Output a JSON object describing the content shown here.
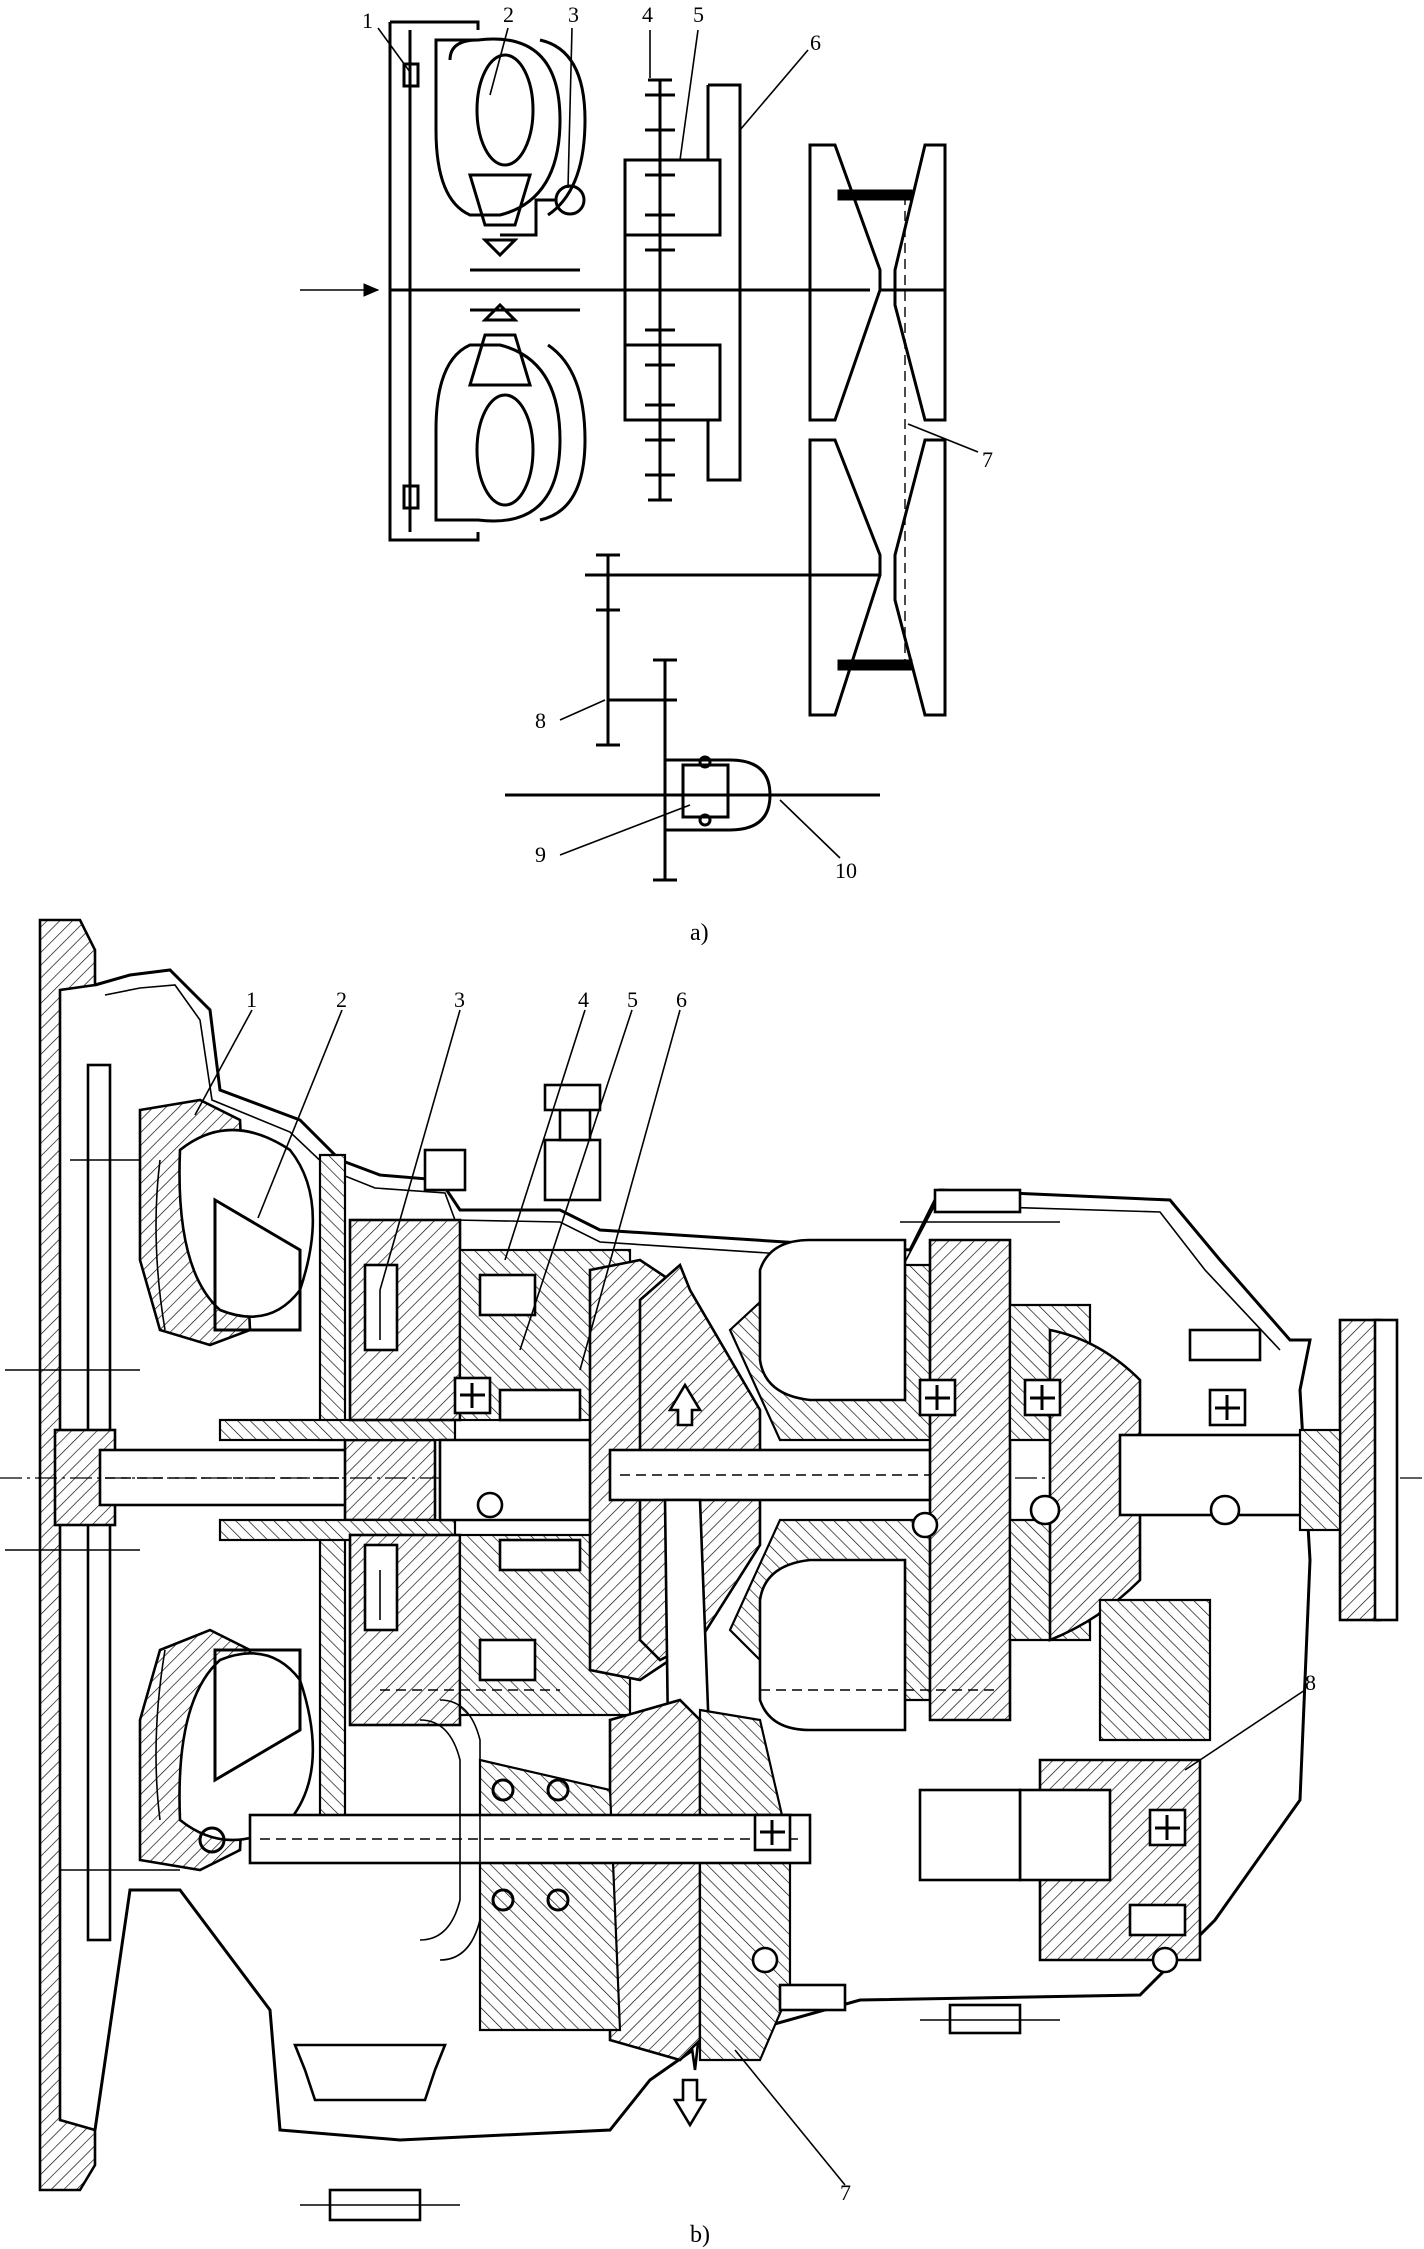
{
  "figure": {
    "caption_a": "a)",
    "caption_b": "b)"
  },
  "schematic_labels": [
    "1",
    "2",
    "3",
    "4",
    "5",
    "6",
    "7",
    "8",
    "9",
    "10"
  ],
  "section_labels": [
    "1",
    "2",
    "3",
    "4",
    "5",
    "6",
    "8",
    "7"
  ]
}
